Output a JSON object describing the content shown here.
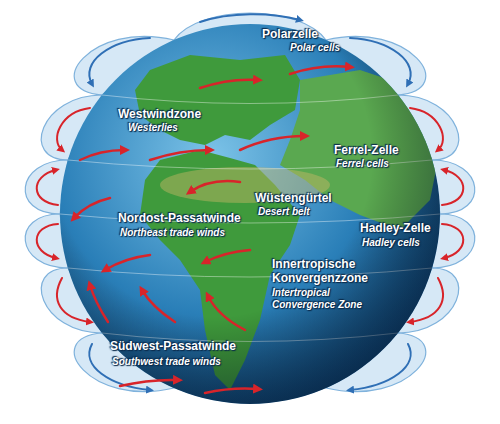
{
  "diagram": {
    "labels": [
      "Polarzelle",
      "Polar cells",
      "Westwindzone",
      "Westerlies",
      "Ferrel-Zelle",
      "Ferrel cells",
      "Wüstengürtel",
      "Desert belt",
      "Nordost-Passatwinde",
      "Northeast trade winds",
      "Hadley-Zelle",
      "Hadley cells",
      "Innertropische Konvergenzzone",
      "Intertropical Convergence Zone",
      "Südwest-Passatwinde",
      "Southwest trade winds"
    ]
  }
}
